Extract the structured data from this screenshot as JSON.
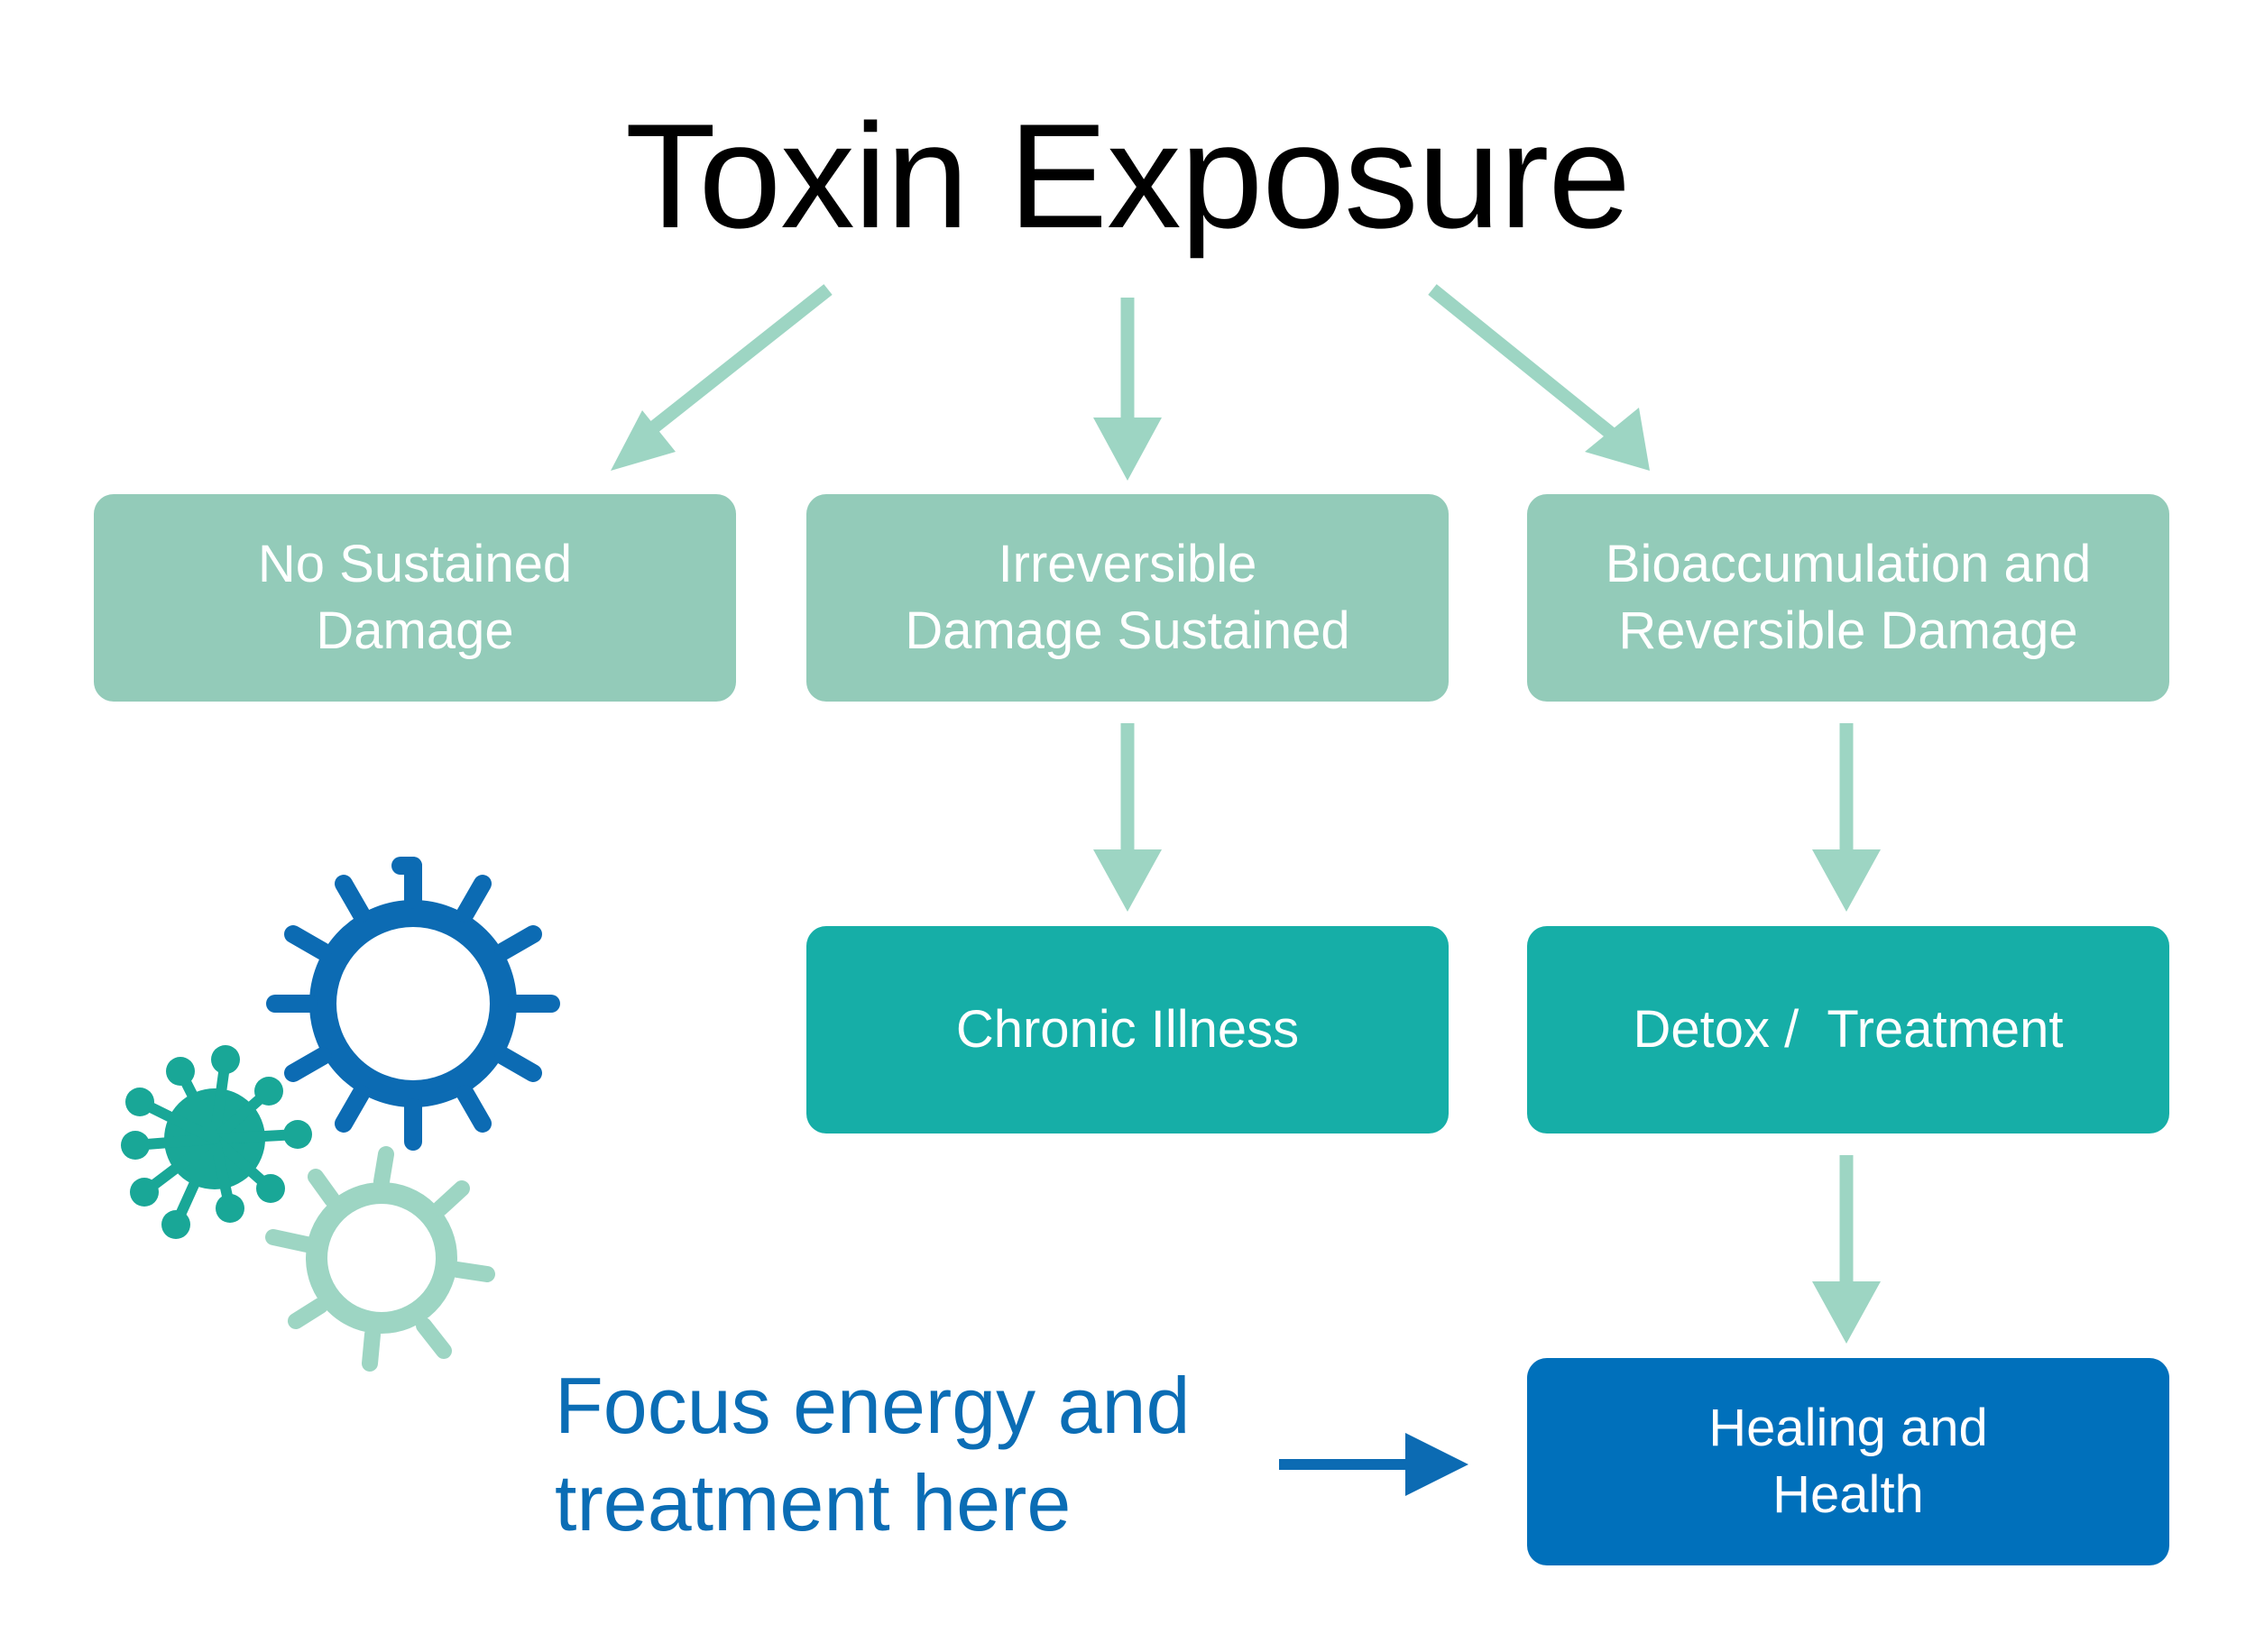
{
  "title": "Toxin Exposure",
  "boxes": {
    "no_damage": {
      "line1": "No Sustained",
      "line2": "Damage"
    },
    "irreversible": {
      "line1": "Irreversible",
      "line2": "Damage Sustained"
    },
    "bioaccumulation": {
      "line1": "Bioaccumulation and",
      "line2": "Reversible Damage"
    },
    "chronic": {
      "label": "Chronic Illness"
    },
    "detox": {
      "label": "Detox /  Treatment"
    },
    "healing": {
      "line1": "Healing and",
      "line2": "Health"
    }
  },
  "focus_note": {
    "line1": "Focus energy and",
    "line2": "treatment here"
  },
  "colors": {
    "arrow": "#9dd5c3",
    "box_light": "#93cbb9",
    "box_teal": "#16aea7",
    "box_blue": "#0070bb",
    "focus_text": "#0b6db5",
    "germ_blue": "#0c6bb3",
    "germ_teal": "#19a797",
    "germ_mint": "#9dd5c3"
  },
  "icons": [
    "germ-blue-icon",
    "germ-teal-icon",
    "germ-mint-icon"
  ]
}
